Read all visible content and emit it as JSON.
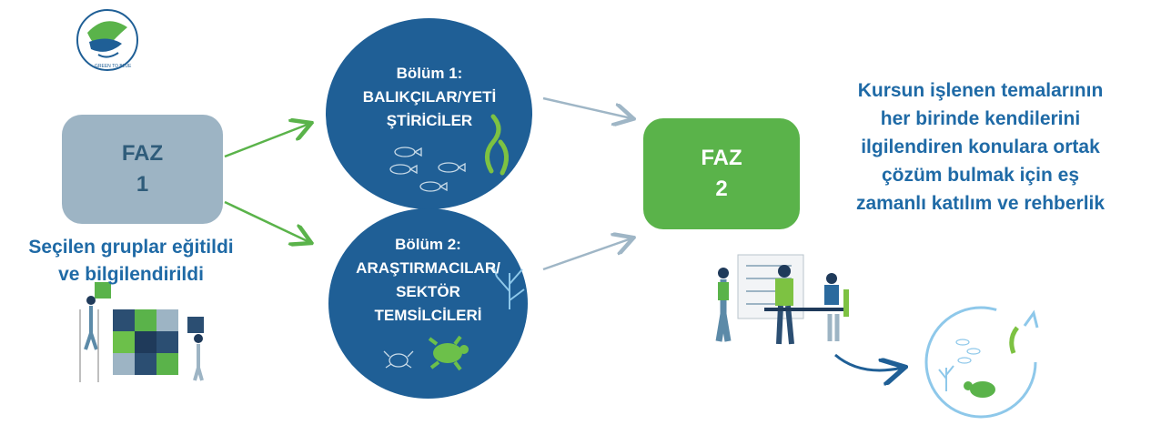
{
  "phase1": {
    "label_line1": "FAZ",
    "label_line2": "1"
  },
  "phase2": {
    "label_line1": "FAZ",
    "label_line2": "2"
  },
  "section1": {
    "title_line1": "Bölüm 1:",
    "title_line2": "BALIKÇILAR/YETİ",
    "title_line3": "ŞTİRİCİLER"
  },
  "section2": {
    "title_line1": "Bölüm 2:",
    "title_line2": "ARAŞTIRMACILAR/",
    "title_line3": "SEKTÖR",
    "title_line4": "TEMSİLCİLERİ"
  },
  "left_caption": {
    "line1": "Seçilen gruplar eğitildi",
    "line2": "ve bilgilendirildi"
  },
  "right_caption": {
    "line1": "Kursun işlenen temalarının",
    "line2": "her birinde kendilerini",
    "line3": "ilgilendiren konulara ortak",
    "line4": "çözüm bulmak için eş",
    "line5": "zamanlı katılım ve rehberlik"
  },
  "logo": {
    "text": "GREEN TO BLUE"
  },
  "colors": {
    "dark_blue": "#1f5f96",
    "light_blue_box": "#9db4c4",
    "green_box": "#5ab34a",
    "arrow_green": "#5ab34a",
    "arrow_grey": "#9fb6c6",
    "caption_blue": "#1f6aa6"
  },
  "icons": [
    "logo-icon",
    "fish-icon",
    "seaweed-icon",
    "coral-icon",
    "crab-icon",
    "turtle-icon",
    "puzzle-team-icon",
    "meeting-team-icon",
    "cycle-arrow-icon"
  ]
}
